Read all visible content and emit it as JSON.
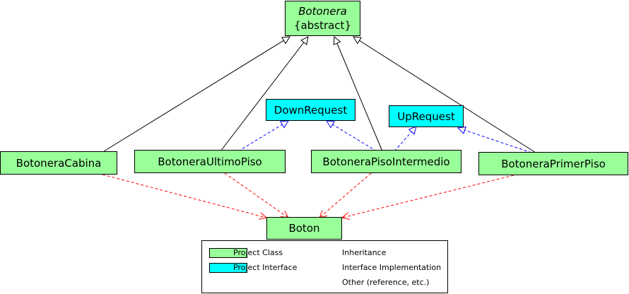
{
  "nodes": {
    "botonera": {
      "name": "Botonera",
      "stereotype": "{abstract}"
    },
    "down_request": {
      "name": "DownRequest"
    },
    "up_request": {
      "name": "UpRequest"
    },
    "botonera_cabina": {
      "name": "BotoneraCabina"
    },
    "botonera_ultimo_piso": {
      "name": "BotoneraUltimoPiso"
    },
    "botonera_piso_intermedio": {
      "name": "BotoneraPisoIntermedio"
    },
    "botonera_primer_piso": {
      "name": "BotoneraPrimerPiso"
    },
    "boton": {
      "name": "Boton"
    }
  },
  "legend": {
    "project_class": "Project Class",
    "project_interface": "Project Interface",
    "inheritance": "Inheritance",
    "interface_implementation": "Interface Implementation",
    "other": "Other (reference, etc.)"
  },
  "colors": {
    "class_fill": "#99ff99",
    "interface_fill": "#00ffff",
    "inheritance": "#000000",
    "implementation": "#0000ff",
    "other": "#ff0000"
  }
}
